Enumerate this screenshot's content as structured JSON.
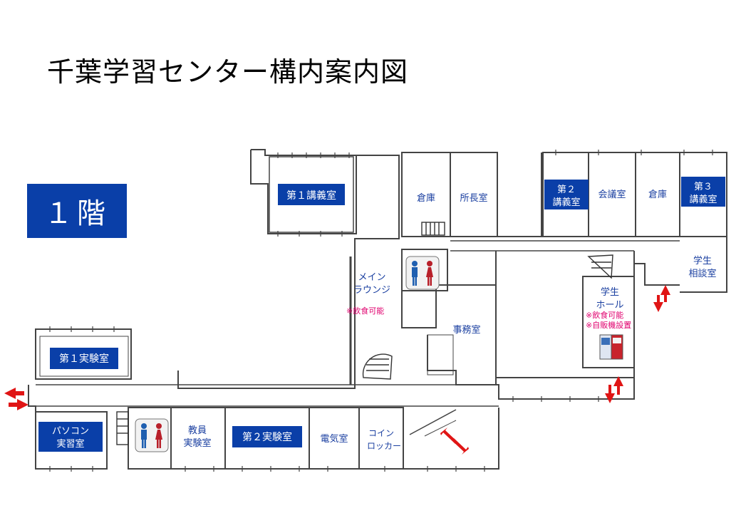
{
  "title": "千葉学習センター構内案内図",
  "floor": "１階",
  "colors": {
    "badge": "#0a3fa8",
    "room_text": "#1a3fa0",
    "note_text": "#e0006e",
    "arrow": "#e01515",
    "men": "#1f5fb0",
    "women": "#b8202a"
  },
  "rooms": {
    "lecture1": "第１講義室",
    "storage1": "倉庫",
    "director": "所長室",
    "lecture2_a": "第２",
    "lecture2_b": "講義室",
    "meeting": "会議室",
    "storage2": "倉庫",
    "lecture3_a": "第３",
    "lecture3_b": "講義室",
    "consult_a": "学生",
    "consult_b": "相談室",
    "lounge_a": "メイン",
    "lounge_b": "ラウンジ",
    "lounge_note": "※飲食可能",
    "office": "事務室",
    "hall_a": "学生",
    "hall_b": "ホール",
    "hall_note1": "※飲食可能",
    "hall_note2": "※自販機設置",
    "lab1": "第１実験室",
    "pc_a": "パソコン",
    "pc_b": "実習室",
    "staff_a": "教員",
    "staff_b": "実験室",
    "lab2": "第２実験室",
    "electric": "電気室",
    "locker_a": "コイン",
    "locker_b": "ロッカー"
  },
  "icons": [
    "restroom-icon",
    "stairs-icon",
    "vending-machine-icon",
    "entrance-arrow-icon"
  ]
}
